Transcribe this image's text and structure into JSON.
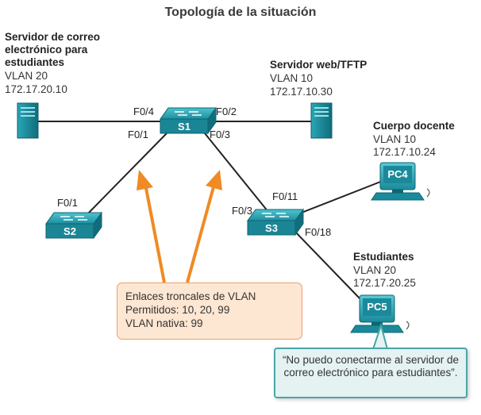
{
  "title": "Topología de la situación",
  "devices": {
    "email_server": {
      "name": "Servidor de correo electrónico para estudiantes",
      "name_lines": [
        "Servidor de correo",
        "electrónico para",
        "estudiantes"
      ],
      "vlan": "VLAN 20",
      "ip": "172.17.20.10"
    },
    "web_server": {
      "name": "Servidor web/TFTP",
      "vlan": "VLAN 10",
      "ip": "172.17.10.30"
    },
    "s1": {
      "label": "S1"
    },
    "s2": {
      "label": "S2"
    },
    "s3": {
      "label": "S3"
    },
    "pc4": {
      "label": "PC4",
      "name": "Cuerpo docente",
      "vlan": "VLAN 10",
      "ip": "172.17.10.24"
    },
    "pc5": {
      "label": "PC5",
      "name": "Estudiantes",
      "vlan": "VLAN 20",
      "ip": "172.17.20.25"
    }
  },
  "ports": {
    "s1_f04": "F0/4",
    "s1_f02": "F0/2",
    "s1_f01": "F0/1",
    "s1_f03": "F0/3",
    "s2_f01": "F0/1",
    "s3_f03": "F0/3",
    "s3_f011": "F0/11",
    "s3_f018": "F0/18"
  },
  "trunk_callout": {
    "line1": "Enlaces troncales de VLAN",
    "line2": "Permitidos: 10, 20, 99",
    "line3": "VLAN nativa: 99"
  },
  "speech": {
    "text": "“No puedo conectarme al servidor de correo electrónico para estudiantes”."
  },
  "colors": {
    "switch": "#1c8a9a",
    "device": "#1f8fa3",
    "arrow": "#f08a24",
    "callout_bg": "#fde6d2",
    "bubble_border": "#4aa6a8"
  }
}
